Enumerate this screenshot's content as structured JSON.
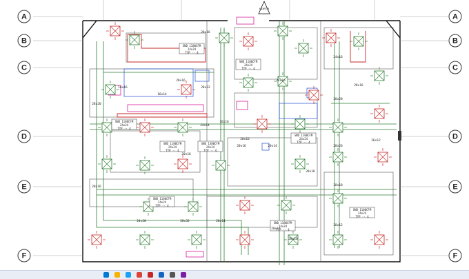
{
  "grid": {
    "rows": [
      "A",
      "B",
      "C",
      "D",
      "E",
      "F"
    ],
    "north": "NORTH"
  },
  "equipment_tags": [
    {
      "line1": "SND 1180CFM",
      "line2": "24x24",
      "line3": "TYP -- 4"
    },
    {
      "line1": "SND 1180CFM",
      "line2": "24x24",
      "line3": "TYP -- 4"
    },
    {
      "line1": "SND 1380CFM",
      "line2": "24x24",
      "line3": "TYP -- 6"
    },
    {
      "line1": "SND 1180CFM",
      "line2": "24x24",
      "line3": "TYP -- 4"
    },
    {
      "line1": "SND 1180CFM",
      "line2": "24x24",
      "line3": "TYP -- 4"
    },
    {
      "line1": "SND 1180CFM",
      "line2": "24x24",
      "line3": "TYP -- 4"
    },
    {
      "line1": "SND 1180CFM",
      "line2": "24x24",
      "line3": "TYP -- 4"
    },
    {
      "line1": "SND 1180CFM",
      "line2": "24x24",
      "line3": "TYP -- 4"
    },
    {
      "line1": "SND 1180CFM",
      "line2": "24x24",
      "line3": "TYP -- 4"
    }
  ],
  "duct_sizes": [
    "28x16",
    "16x16",
    "24x14",
    "28x20",
    "16x16",
    "24x16",
    "28x28",
    "28x16",
    "20x14",
    "20x16",
    "26x12",
    "28x26",
    "28x16",
    "24x16",
    "28x10",
    "28x12",
    "20x16",
    "24x20",
    "28x32",
    "28x14",
    "20x14",
    "28x10",
    "16x14",
    "28x22",
    "28x16",
    "20x16",
    "20x16"
  ],
  "taskbar": {
    "icons": [
      {
        "name": "windows-start-icon",
        "color": "#0078d4"
      },
      {
        "name": "file-explorer-icon",
        "color": "#f4b400"
      },
      {
        "name": "edge-browser-icon",
        "color": "#1da1f2"
      },
      {
        "name": "chrome-icon",
        "color": "#db4437"
      },
      {
        "name": "autocad-icon",
        "color": "#c62828"
      },
      {
        "name": "mail-icon",
        "color": "#1565c0"
      },
      {
        "name": "settings-icon",
        "color": "#555555"
      },
      {
        "name": "store-icon",
        "color": "#7b1fa2"
      }
    ]
  }
}
